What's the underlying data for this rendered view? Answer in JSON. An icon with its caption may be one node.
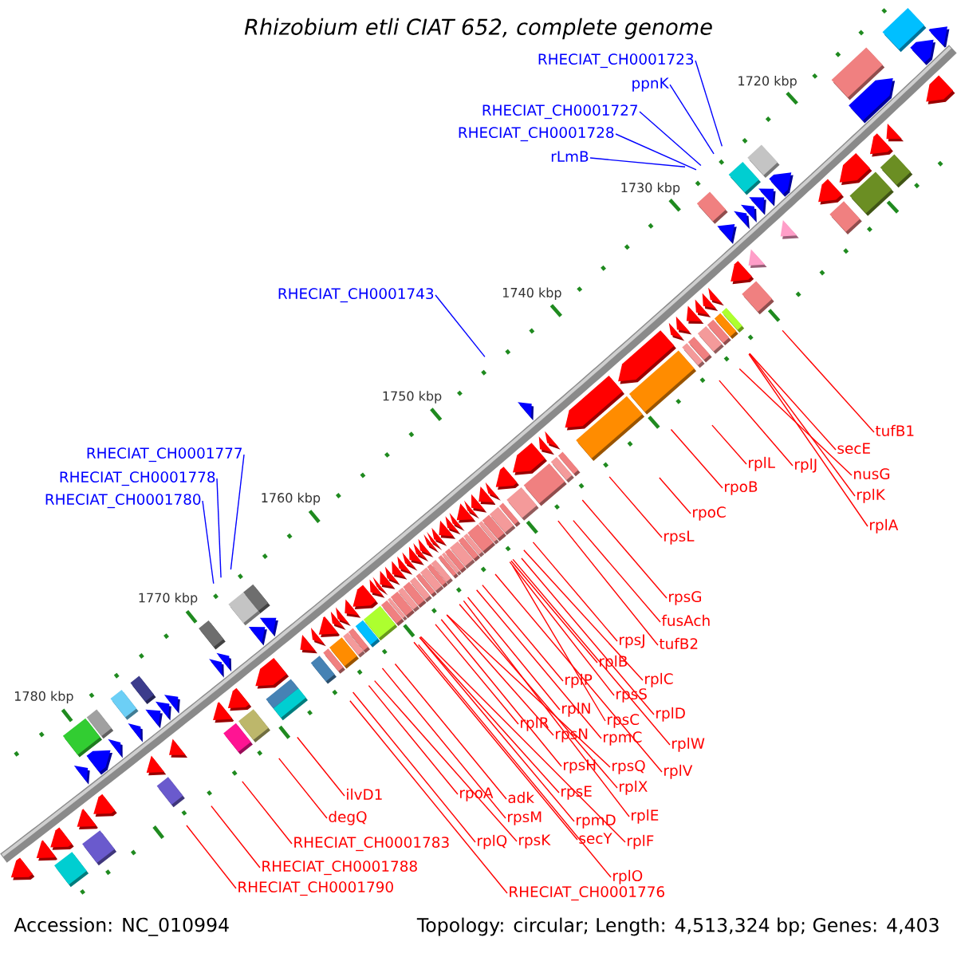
{
  "diagram": {
    "title": "Rhizobium etli CIAT 652, complete genome",
    "nodes": [
      {
        "text": [
          "RHECIAT_CH0001723"
        ]
      },
      {
        "text": [
          "ppnK"
        ]
      },
      {
        "text": [
          "RHECIAT_CH0001727"
        ]
      },
      {
        "text": [
          "RHECIAT_CH0001728"
        ]
      },
      {
        "text": [
          "rLmB"
        ]
      },
      {
        "text": [
          "RHECIAT_CH0001743"
        ]
      },
      {
        "text": [
          "RHECIAT_CH0001777"
        ]
      },
      {
        "text": [
          "RHECIAT_CH0001778"
        ]
      },
      {
        "text": [
          "RHECIAT_CH0001780"
        ]
      },
      {
        "text": [
          "tufB1"
        ]
      },
      {
        "text": [
          "secE"
        ]
      },
      {
        "text": [
          "rplL"
        ]
      },
      {
        "text": [
          "rplJ"
        ]
      },
      {
        "text": [
          "nusG"
        ]
      },
      {
        "text": [
          "rpoB"
        ]
      },
      {
        "text": [
          "rplK"
        ]
      },
      {
        "text": [
          "rpoC"
        ]
      },
      {
        "text": [
          "rplA"
        ]
      },
      {
        "text": [
          "rpsL"
        ]
      },
      {
        "text": [
          "rpsG"
        ]
      },
      {
        "text": [
          "fusAch"
        ]
      },
      {
        "text": [
          "rpsJ"
        ]
      },
      {
        "text": [
          "tufB2"
        ]
      },
      {
        "text": [
          "rplB"
        ]
      },
      {
        "text": [
          "rplC"
        ]
      },
      {
        "text": [
          "rplP"
        ]
      },
      {
        "text": [
          "rpsS"
        ]
      },
      {
        "text": [
          "rplN"
        ]
      },
      {
        "text": [
          "rplD"
        ]
      },
      {
        "text": [
          "rpsC"
        ]
      },
      {
        "text": [
          "rplR"
        ]
      },
      {
        "text": [
          "rpsN"
        ]
      },
      {
        "text": [
          "rpmC"
        ]
      },
      {
        "text": [
          "rplW"
        ]
      },
      {
        "text": [
          "rpsH"
        ]
      },
      {
        "text": [
          "rpsQ"
        ]
      },
      {
        "text": [
          "rplV"
        ]
      },
      {
        "text": [
          "rplX"
        ]
      },
      {
        "text": [
          "ilvD1"
        ]
      },
      {
        "text": [
          "rpoA"
        ]
      },
      {
        "text": [
          "rpsE"
        ]
      },
      {
        "text": [
          "adk"
        ]
      },
      {
        "text": [
          "degQ"
        ]
      },
      {
        "text": [
          "rplE"
        ]
      },
      {
        "text": [
          "rpsM"
        ]
      },
      {
        "text": [
          "rpmD"
        ]
      },
      {
        "text": [
          "RHECIAT_CH0001783"
        ]
      },
      {
        "text": [
          "rplQ"
        ]
      },
      {
        "text": [
          "rplF"
        ]
      },
      {
        "text": [
          "secY"
        ]
      },
      {
        "text": [
          "rpsK"
        ]
      },
      {
        "text": [
          "RHECIAT_CH0001788"
        ]
      },
      {
        "text": [
          "rplO"
        ]
      },
      {
        "text": [
          "RHECIAT_CH0001790"
        ]
      },
      {
        "text": [
          "RHECIAT_CH0001776"
        ]
      }
    ],
    "edges": [
      {
        "from": 0,
        "to": null,
        "arrow": "none",
        "color": "#0000ff"
      },
      {
        "from": 1,
        "to": null,
        "arrow": "none",
        "color": "#0000ff"
      },
      {
        "from": 2,
        "to": null,
        "arrow": "none",
        "color": "#0000ff"
      },
      {
        "from": 3,
        "to": null,
        "arrow": "none",
        "color": "#0000ff"
      },
      {
        "from": 4,
        "to": null,
        "arrow": "none",
        "color": "#0000ff"
      },
      {
        "from": 5,
        "to": null,
        "arrow": "none",
        "color": "#0000ff"
      },
      {
        "from": 6,
        "to": null,
        "arrow": "none",
        "color": "#0000ff"
      },
      {
        "from": 7,
        "to": null,
        "arrow": "none",
        "color": "#0000ff"
      },
      {
        "from": 8,
        "to": null,
        "arrow": "none",
        "color": "#0000ff"
      },
      {
        "from": 9,
        "to": null,
        "arrow": "none"
      },
      {
        "from": 10,
        "to": null,
        "arrow": "none"
      },
      {
        "from": 11,
        "to": null,
        "arrow": "none"
      },
      {
        "from": 12,
        "to": null,
        "arrow": "none"
      },
      {
        "from": 13,
        "to": null,
        "arrow": "none"
      },
      {
        "from": 14,
        "to": null,
        "arrow": "none"
      },
      {
        "from": 15,
        "to": null,
        "arrow": "none"
      },
      {
        "from": 16,
        "to": null,
        "arrow": "none"
      },
      {
        "from": 17,
        "to": null,
        "arrow": "none"
      },
      {
        "from": 18,
        "to": null,
        "arrow": "none"
      },
      {
        "from": 19,
        "to": null,
        "arrow": "none"
      },
      {
        "from": 20,
        "to": null,
        "arrow": "none"
      },
      {
        "from": 21,
        "to": null,
        "arrow": "none"
      },
      {
        "from": 22,
        "to": null,
        "arrow": "none"
      },
      {
        "from": 23,
        "to": null,
        "arrow": "none"
      },
      {
        "from": 24,
        "to": null,
        "arrow": "none"
      },
      {
        "from": 25,
        "to": null,
        "arrow": "none"
      },
      {
        "from": 26,
        "to": null,
        "arrow": "none"
      },
      {
        "from": 27,
        "to": null,
        "arrow": "none"
      },
      {
        "from": 28,
        "to": null,
        "arrow": "none"
      },
      {
        "from": 29,
        "to": null,
        "arrow": "none"
      },
      {
        "from": 30,
        "to": null,
        "arrow": "none"
      },
      {
        "from": 31,
        "to": null,
        "arrow": "none"
      },
      {
        "from": 32,
        "to": null,
        "arrow": "none"
      },
      {
        "from": 33,
        "to": null,
        "arrow": "none"
      },
      {
        "from": 34,
        "to": null,
        "arrow": "none"
      },
      {
        "from": 35,
        "to": null,
        "arrow": "none"
      },
      {
        "from": 36,
        "to": null,
        "arrow": "none"
      },
      {
        "from": 37,
        "to": null,
        "arrow": "none"
      },
      {
        "from": 38,
        "to": null,
        "arrow": "none"
      },
      {
        "from": 39,
        "to": null,
        "arrow": "none"
      },
      {
        "from": 40,
        "to": null,
        "arrow": "none"
      },
      {
        "from": 41,
        "to": null,
        "arrow": "none"
      },
      {
        "from": 42,
        "to": null,
        "arrow": "none"
      },
      {
        "from": 43,
        "to": null,
        "arrow": "none"
      },
      {
        "from": 44,
        "to": null,
        "arrow": "none"
      },
      {
        "from": 45,
        "to": null,
        "arrow": "none"
      },
      {
        "from": 46,
        "to": null,
        "arrow": "none"
      },
      {
        "from": 47,
        "to": null,
        "arrow": "none"
      },
      {
        "from": 48,
        "to": null,
        "arrow": "none"
      },
      {
        "from": 49,
        "to": null,
        "arrow": "none"
      },
      {
        "from": 50,
        "to": null,
        "arrow": "none"
      },
      {
        "from": 51,
        "to": null,
        "arrow": "none"
      },
      {
        "from": 52,
        "to": null,
        "arrow": "none"
      },
      {
        "from": 53,
        "to": null,
        "arrow": "none"
      },
      {
        "from": 54,
        "to": null,
        "arrow": "none"
      }
    ],
    "labels": [
      "1720 kbp",
      "1730 kbp",
      "1740 kbp",
      "1750 kbp",
      "1760 kbp",
      "1770 kbp",
      "1780 kbp",
      "Accession: NC_010994",
      "Topology: circular; Length: 4,513,324 bp; Genes: 4,403"
    ]
  }
}
